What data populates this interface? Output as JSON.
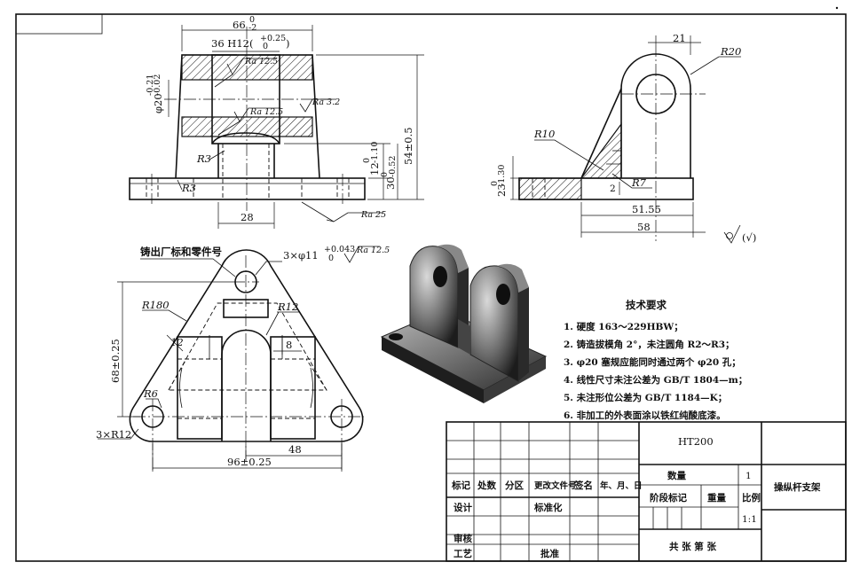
{
  "front_view": {
    "dim_top_width": "66",
    "dim_top_width_tol_upper": "0",
    "dim_top_width_tol_lower": "-2",
    "dim_inner": "36 H12(",
    "dim_inner_tol_upper": "+0.25",
    "dim_inner_tol_lower": "0",
    "dim_inner_close": ")",
    "dim_bore_left": "φ20",
    "dim_bore_left_tol_upper": "-0.21",
    "dim_bore_left_tol_lower": "-0.02",
    "rough_top": "Ra 12.5",
    "rough_mid": "Ra 12.5",
    "rough_right": "Ra 3.2",
    "rough_bottom": "Ra 25",
    "radius_r3_a": "R3",
    "radius_r3_b": "R3",
    "dim_height": "54±0.5",
    "dim_h12": "12",
    "dim_h12_tol_upper": "0",
    "dim_h12_tol_lower": "-1.10",
    "dim_h30": "30",
    "dim_h30_tol_upper": "0",
    "dim_h30_tol_lower": "-0.52",
    "dim_bottom_width": "28"
  },
  "side_view": {
    "dim_top": "21",
    "radius_r20": "R20",
    "radius_r10": "R10",
    "radius_r7": "R7",
    "dim_base_height": "23",
    "dim_base_height_tol_upper": "0",
    "dim_base_height_tol_lower": "-1.30",
    "dim_rib": "2",
    "dim_width_a": "51.55",
    "dim_width_b": "58",
    "general_roughness": "(√)"
  },
  "top_view": {
    "label_marking": "铸出厂标和零件号",
    "dim_holes": "3×φ11",
    "dim_holes_tol_upper": "+0.043",
    "dim_holes_tol_lower": "0",
    "rough_holes": "Ra 12.5",
    "radius_r180": "R180",
    "radius_r12": "R12",
    "dim_12": "12",
    "dim_8": "8",
    "dim_height": "68±0.25",
    "radius_r6": "R6",
    "radius_3r12": "3×R12",
    "dim_48": "48",
    "dim_96": "96±0.25"
  },
  "tech_requirements": {
    "title": "技术要求",
    "items": [
      "1. 硬度 163～229HBW；",
      "2. 铸造拔模角 2°，未注圆角 R2～R3；",
      "3. φ20 塞规应能同时通过两个 φ20 孔；",
      "4. 线性尺寸未注公差为 GB/T 1804—m；",
      "5. 未注形位公差为 GB/T 1184—K；",
      "6. 非加工的外表面涂以铁红纯酸底漆。"
    ]
  },
  "title_block": {
    "material": "HT200",
    "h_mark": "标记",
    "h_count": "处数",
    "h_zone": "分区",
    "h_doc": "更改文件号",
    "h_sign": "签名",
    "h_date": "年、月、日",
    "design": "设计",
    "standard": "标准化",
    "review": "审核",
    "process": "工艺",
    "approve": "批准",
    "qty_label": "数量",
    "qty_value": "1",
    "stage_label": "阶段标记",
    "weight_label": "重量",
    "scale_label": "比例",
    "scale_value": "1:1",
    "sheets": "共 张 第 张",
    "part_name": "操纵杆支架"
  }
}
